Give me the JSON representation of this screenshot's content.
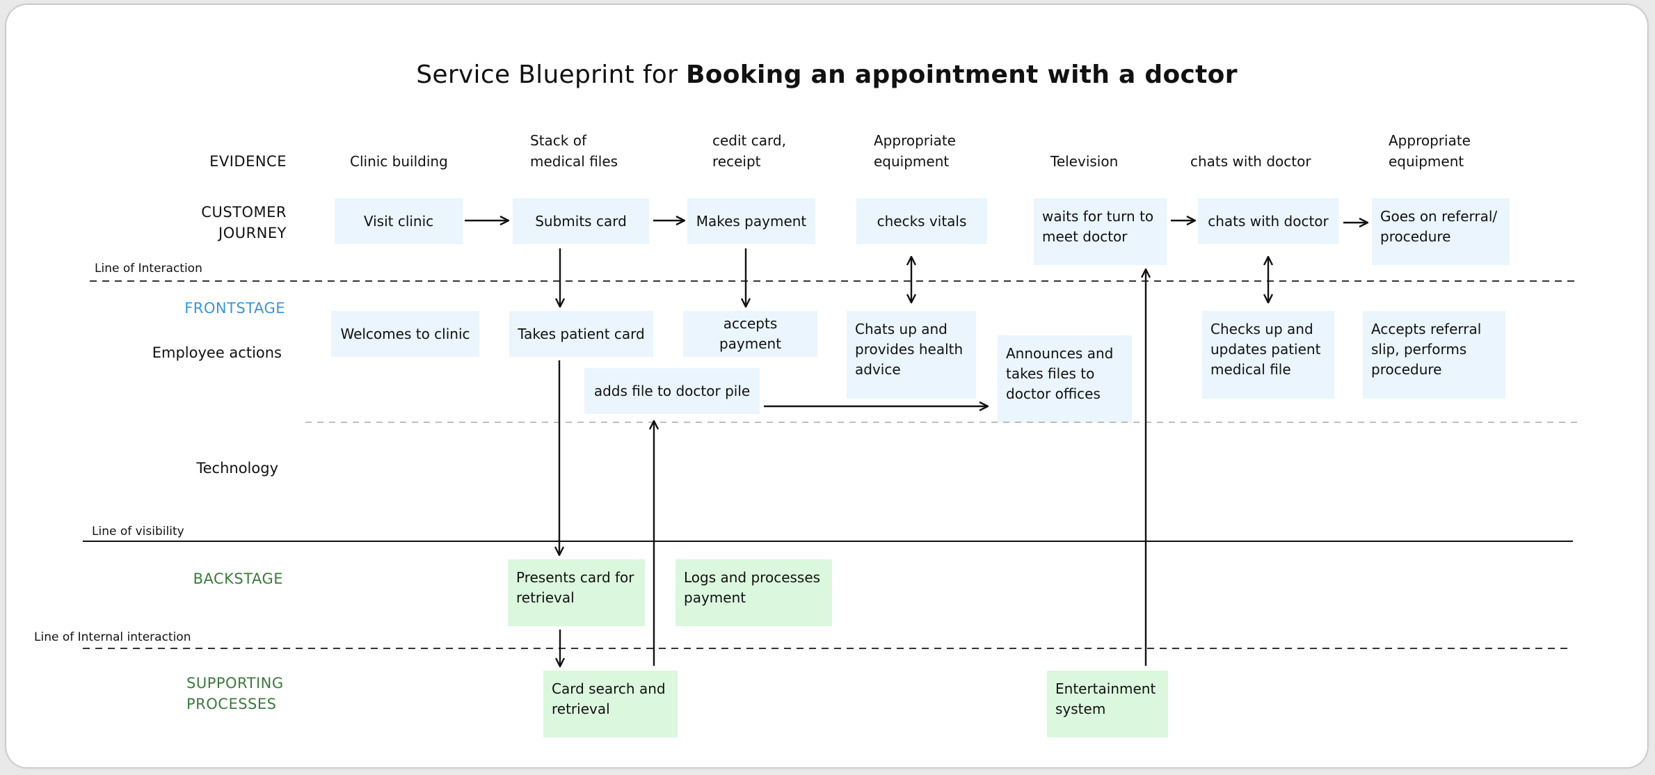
{
  "title": {
    "prefix": "Service Blueprint for",
    "emphasis": "Booking an appointment with a doctor"
  },
  "lanes": {
    "evidence": "EVIDENCE",
    "customer_journey_1": "CUSTOMER",
    "customer_journey_2": "JOURNEY",
    "frontstage": "FRONTSTAGE",
    "employee_actions": "Employee actions",
    "technology": "Technology",
    "backstage": "BACKSTAGE",
    "supporting_1": "SUPPORTING",
    "supporting_2": "PROCESSES"
  },
  "lines": {
    "interaction": "Line of Interaction",
    "visibility": "Line of visibility",
    "internal": "Line of Internal interaction"
  },
  "evidence": [
    {
      "l1": "Clinic building",
      "l2": ""
    },
    {
      "l1": "Stack of",
      "l2": "medical files"
    },
    {
      "l1": "cedit card,",
      "l2": "receipt"
    },
    {
      "l1": "Appropriate",
      "l2": "equipment"
    },
    {
      "l1": "Television",
      "l2": ""
    },
    {
      "l1": "chats with doctor",
      "l2": ""
    },
    {
      "l1": "Appropriate",
      "l2": "equipment"
    }
  ],
  "customer": [
    "Visit clinic",
    "Submits card",
    "Makes payment",
    "checks vitals",
    "waits for turn to meet doctor",
    "chats with doctor",
    "Goes on referral/ procedure"
  ],
  "frontstage": [
    "Welcomes to clinic",
    "Takes patient card",
    "accepts payment",
    "Chats up and provides health advice",
    "Checks up and updates patient medical file",
    "Accepts referral slip, performs procedure"
  ],
  "frontstage_extra": {
    "adds_file": "adds file to doctor pile",
    "announces": "Announces and takes files to doctor offices"
  },
  "backstage": [
    "Presents card for retrieval",
    "Logs and processes payment"
  ],
  "supporting": [
    "Card search and retrieval",
    "Entertainment system"
  ],
  "colors": {
    "frontstage_label": "#3a95d6",
    "backstage_label": "#3c7a3c",
    "blue_box": "#eaf5fd",
    "green_box": "#dbf7de"
  }
}
